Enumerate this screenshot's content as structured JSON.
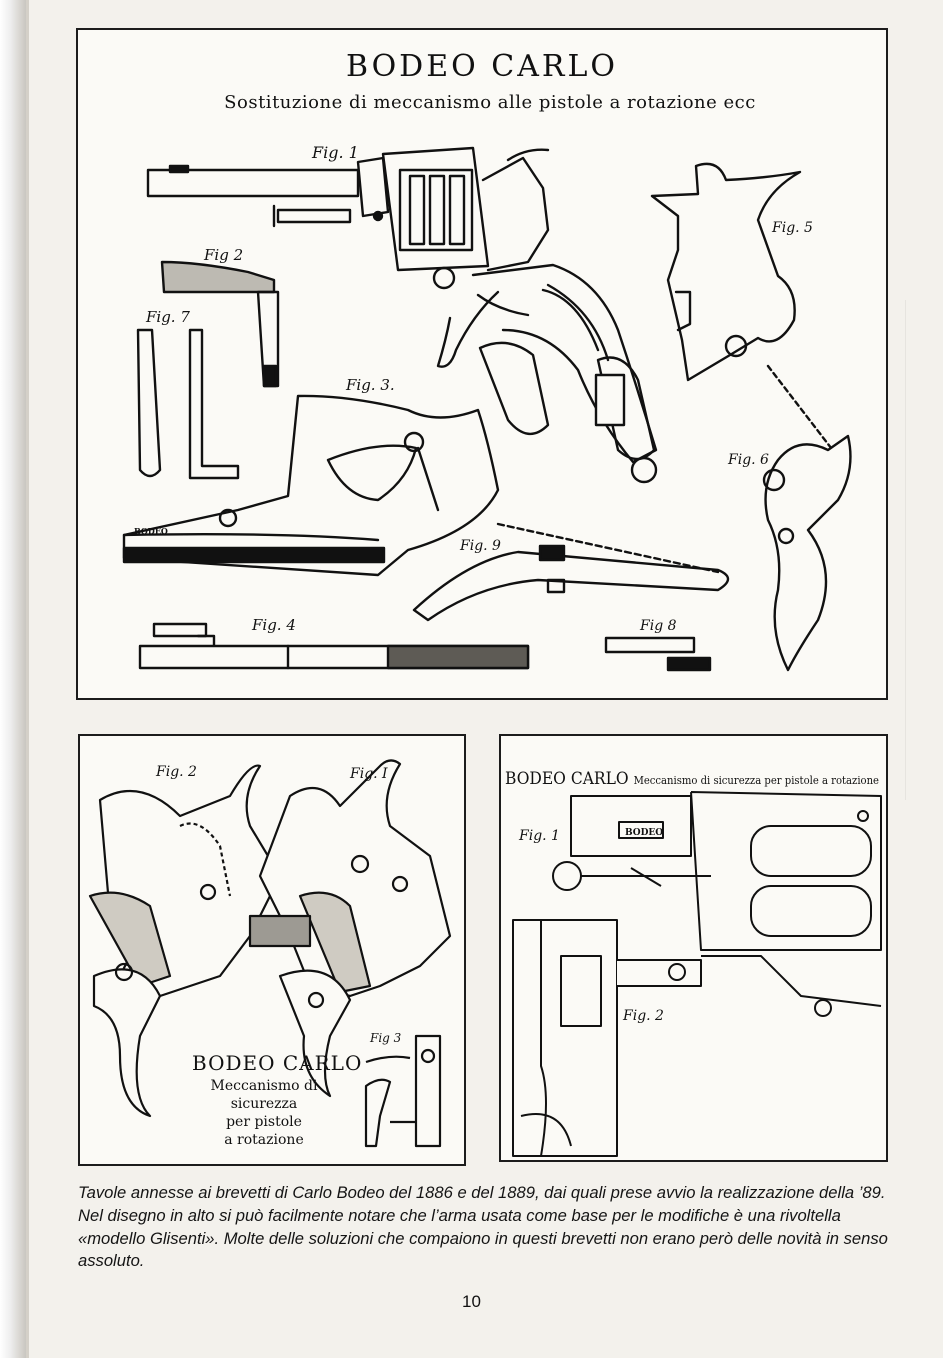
{
  "plates": {
    "top": {
      "title": "BODEO CARLO",
      "subtitle": "Sostituzione di meccanismo alle pistole a rotazione ecc",
      "labels": {
        "fig1": "Fig. 1",
        "fig2": "Fig 2",
        "fig3": "Fig. 3.",
        "fig4": "Fig. 4",
        "fig5": "Fig. 5",
        "fig6": "Fig. 6",
        "fig7": "Fig. 7",
        "fig8": "Fig 8",
        "fig9": "Fig. 9"
      },
      "engraving": "BODEO"
    },
    "bottom_left": {
      "labels": {
        "fig1": "Fig. I",
        "fig2": "Fig. 2",
        "fig3": "Fig 3"
      },
      "title": "BODEO CARLO",
      "subtitle_lines": [
        "Meccanismo di",
        "sicurezza",
        "per pistole",
        "a rotazione"
      ]
    },
    "bottom_right": {
      "title": "BODEO CARLO",
      "subtitle": "Meccanismo di sicurezza per pistole a rotazione",
      "labels": {
        "fig1": "Fig. 1",
        "fig2": "Fig. 2"
      },
      "engraving": "BODEO"
    }
  },
  "caption": "Tavole annesse ai brevetti di Carlo Bodeo del 1886 e del 1889, dai quali prese avvio la realizzazione della ’89. Nel disegno in alto si può facilmente notare che l’arma usata come base per le modifiche è una rivoltella «modello Glisenti». Molte delle soluzioni che compaiono in questi brevetti non erano però delle novità in senso assoluto.",
  "page_number": "10"
}
